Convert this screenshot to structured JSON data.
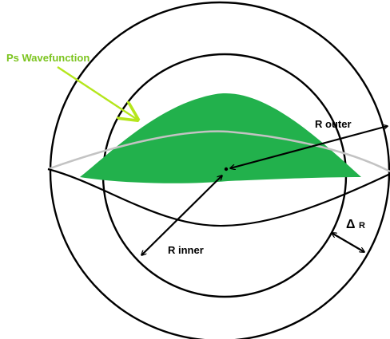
{
  "labels": {
    "wavefunction": "Ps Wavefunction",
    "r_outer": "R outer",
    "r_inner": "R inner",
    "delta_symbol": "Δ",
    "delta_letter": "R"
  },
  "colors": {
    "background": "#ffffff",
    "outline": "#000000",
    "wavefunction_fill": "#22b14c",
    "wavefunction_label": "#7cc41f",
    "pointer_arrow": "#b5e61d",
    "grey_curve": "#c3c3c3"
  }
}
